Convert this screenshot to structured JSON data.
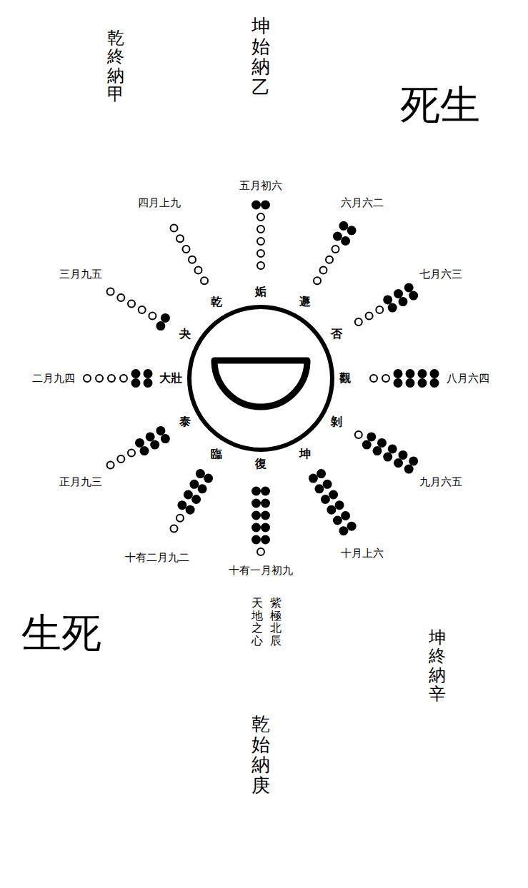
{
  "diagram": {
    "labels": [
      "復",
      "臨",
      "泰",
      "大壯",
      "夬",
      "乾",
      "姤",
      "遯",
      "否",
      "觀",
      "剝",
      "坤",
      "十有一月初九",
      "十有二月九二",
      "正月九三",
      "二月九四",
      "三月九五",
      "四月上九",
      "五月初六",
      "六月六二",
      "七月六三",
      "八月六四",
      "九月六五",
      "十月上六",
      "紫極北辰",
      "天地之心",
      "乾始納庚",
      "坤始納乙",
      "乾終納甲",
      "坤終納辛",
      "生死",
      "死生"
    ]
  }
}
